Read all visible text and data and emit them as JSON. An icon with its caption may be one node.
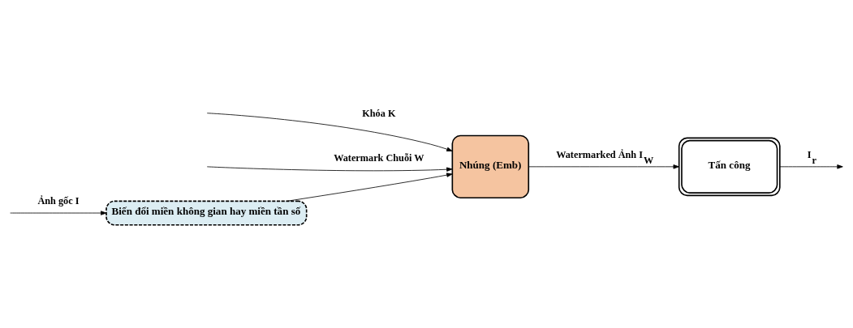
{
  "diagram": {
    "nodes": [
      {
        "text": [
          "Biến đổi miền không gian hay miền tần số"
        ]
      },
      {
        "text": [
          "Nhúng (Emb)"
        ]
      },
      {
        "text": [
          "Tấn công"
        ]
      }
    ],
    "edges": [
      {
        "from": null,
        "to": 0,
        "arrow": "to",
        "label": "Ảnh gốc I"
      },
      {
        "from": null,
        "to": 1,
        "arrow": "to",
        "label": "Khóa K"
      },
      {
        "from": 0,
        "to": 1,
        "arrow": "to"
      },
      {
        "from": null,
        "to": 1,
        "arrow": "to",
        "label": "Watermark Chuỗi W"
      },
      {
        "from": 1,
        "to": 2,
        "arrow": "to",
        "label": "Watermarked Ảnh I$_{W}$"
      },
      {
        "from": 2,
        "to": null,
        "arrow": "to",
        "label": "I$_{r}$"
      }
    ]
  }
}
